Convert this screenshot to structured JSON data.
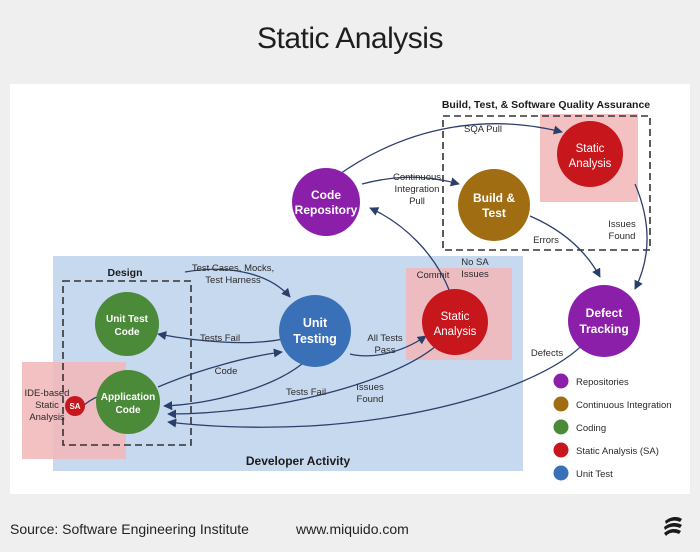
{
  "header": {
    "title": "Static Analysis"
  },
  "diagram": {
    "group_build": "Build, Test, & Software Quality Assurance",
    "group_design": "Design",
    "group_developer": "Developer Activity",
    "nodes": {
      "code_repository": [
        "Code",
        "Repository"
      ],
      "build_test": [
        "Build &",
        "Test"
      ],
      "static_analysis_top": [
        "Static",
        "Analysis"
      ],
      "defect_tracking": [
        "Defect",
        "Tracking"
      ],
      "unit_testing": [
        "Unit",
        "Testing"
      ],
      "static_analysis_mid": [
        "Static",
        "Analysis"
      ],
      "unit_test_code": [
        "Unit Test",
        "Code"
      ],
      "application_code": [
        "Application",
        "Code"
      ],
      "sa_small": "SA"
    },
    "edge_labels": {
      "sqa_pull": "SQA Pull",
      "ci_pull": [
        "Continuous",
        "Integration",
        "Pull"
      ],
      "issues_found_top": [
        "Issues",
        "Found"
      ],
      "errors": "Errors",
      "commit": "Commit",
      "no_sa_issues": [
        "No SA",
        "Issues"
      ],
      "test_cases": [
        "Test Cases, Mocks,",
        "Test Harness"
      ],
      "tests_fail_top": "Tests Fail",
      "all_tests_pass": [
        "All Tests",
        "Pass"
      ],
      "code": "Code",
      "tests_fail_bottom": "Tests Fail",
      "issues_found_bottom": [
        "Issues",
        "Found"
      ],
      "defects": "Defects",
      "ide_based": [
        "IDE-based",
        "Static",
        "Analysis"
      ]
    },
    "legend": [
      {
        "label": "Repositories",
        "color": "#8b1fa9"
      },
      {
        "label": "Continuous Integration",
        "color": "#a06d12"
      },
      {
        "label": "Coding",
        "color": "#4a8a38"
      },
      {
        "label": "Static Analysis (SA)",
        "color": "#c8161d"
      },
      {
        "label": "Unit Test",
        "color": "#3a70b7"
      }
    ]
  },
  "footer": {
    "source": "Source: Software Engineering Institute",
    "site": "www.miquido.com",
    "logo_icon": "miquido-logo-icon"
  }
}
